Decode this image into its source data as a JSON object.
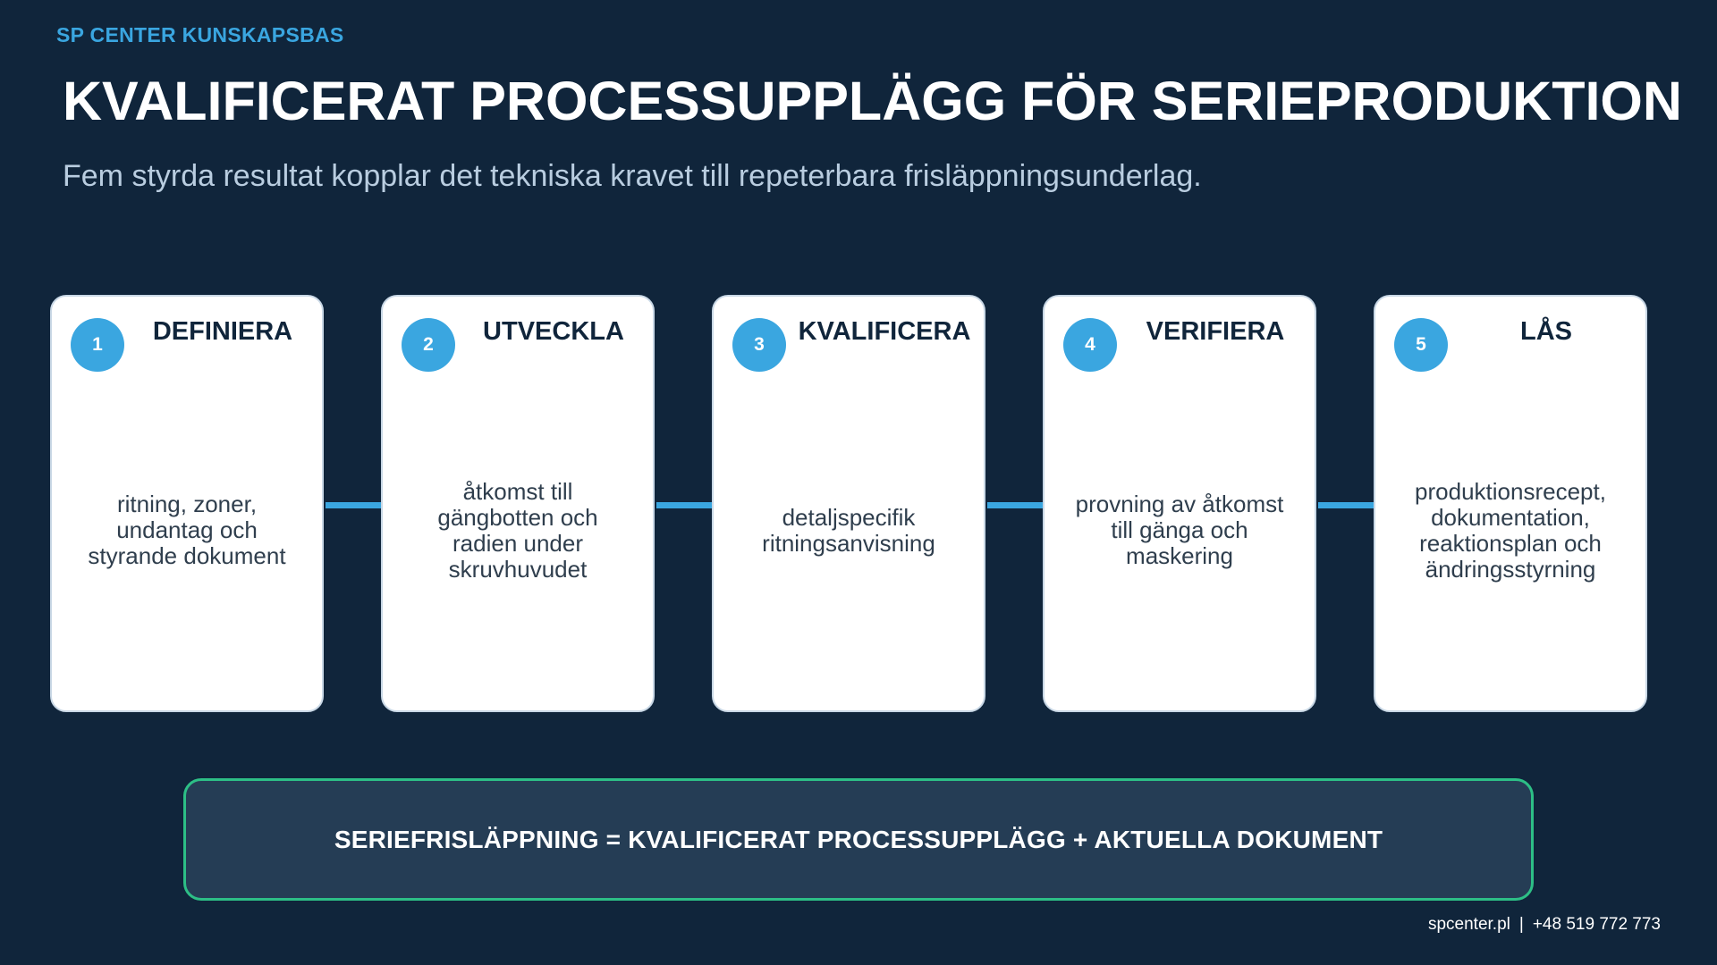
{
  "header": {
    "brand": "SP CENTER KUNSKAPSBAS",
    "title": "KVALIFICERAT PROCESSUPPLÄGG FÖR SERIEPRODUKTION",
    "subtitle": "Fem styrda resultat kopplar det tekniska kravet till repeterbara frisläppningsunderlag."
  },
  "steps": [
    {
      "number": "1",
      "title": "DEFINIERA",
      "text": "ritning, zoner, undantag och styrande dokument"
    },
    {
      "number": "2",
      "title": "UTVECKLA",
      "text": "åtkomst till gängbotten och radien under skruvhuvudet"
    },
    {
      "number": "3",
      "title": "KVALIFICERA",
      "text": "detaljspecifik ritningsanvisning"
    },
    {
      "number": "4",
      "title": "VERIFIERA",
      "text": "provning av åtkomst till gänga och maskering"
    },
    {
      "number": "5",
      "title": "LÅS",
      "text": "produktionsrecept, dokumentation, reaktionsplan och ändringsstyrning"
    }
  ],
  "formula": {
    "text": "SERIEFRISLÄPPNING = KVALIFICERAT PROCESSUPPLÄGG + AKTUELLA DOKUMENT"
  },
  "footer": {
    "website": "spcenter.pl",
    "separator": "|",
    "phone": "+48 519 772 773"
  },
  "colors": {
    "background": "#10253b",
    "accent": "#3aa6e0",
    "formula_border": "#2dbf86"
  }
}
